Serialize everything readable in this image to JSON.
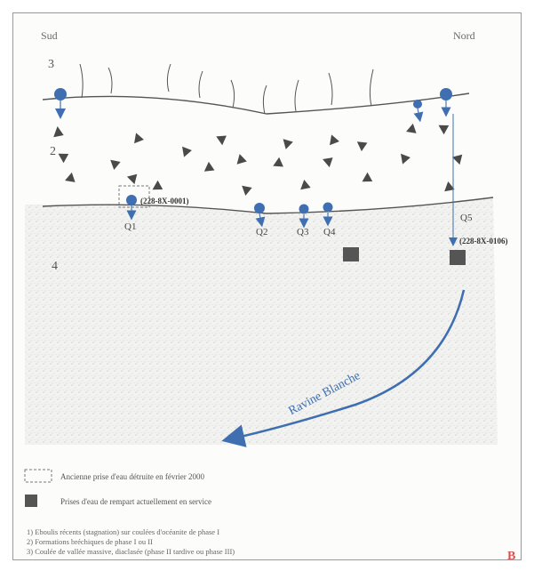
{
  "directions": {
    "left": "Sud",
    "right": "Nord"
  },
  "zones": {
    "top": "3",
    "middle": "2",
    "bottom": "4"
  },
  "springs": {
    "q1": "Q1",
    "q2": "Q2",
    "q3": "Q3",
    "q4": "Q4",
    "q5": "Q5",
    "code_q1": "(228-8X-0001)",
    "code_q5": "(228-8X-0106)"
  },
  "river": {
    "label": "Ravine Blanche"
  },
  "legend": [
    {
      "symbol": "dashed-box",
      "text": "Ancienne prise d'eau détruite en février 2000"
    },
    {
      "symbol": "grey-square",
      "text": "Prises d'eau de rempart actuellement en service"
    }
  ],
  "notes": [
    "1) Eboulis récents (stagnation) sur coulées d'océanite de phase I",
    "2) Formations bréchiques de phase I ou II",
    "3) Coulée de vallée massive, diaclasée (phase II tardive ou phase III)"
  ],
  "figure_letter": "B",
  "colors": {
    "spring_blue": "#3f6fb0",
    "dark_square": "#555555",
    "letter_red": "#d9534f",
    "triangle": "#4a4a4a"
  }
}
